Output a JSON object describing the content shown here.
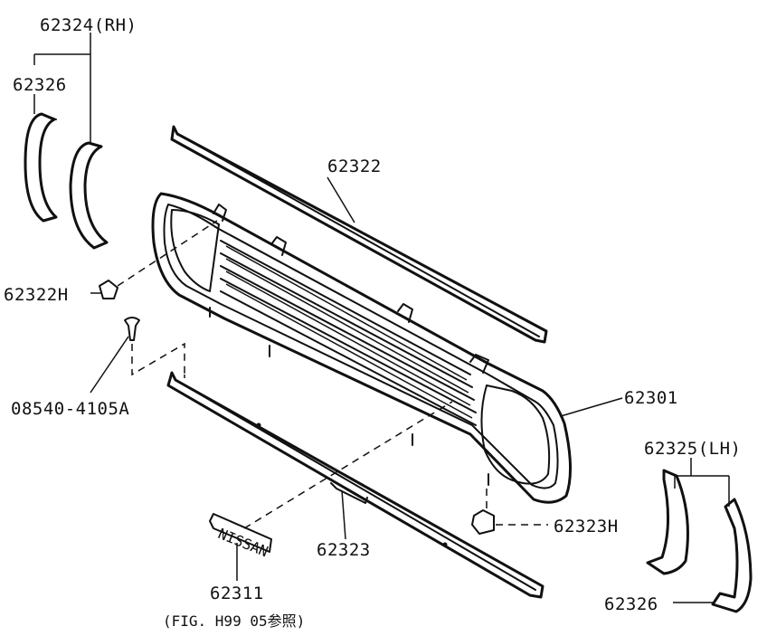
{
  "diagram": {
    "labels": {
      "p62324_rh": "62324(RH)",
      "p62326_top": "62326",
      "p62322": "62322",
      "p62322h": "62322H",
      "p08540": "08540-4105A",
      "p62301": "62301",
      "p62325_lh": "62325(LH)",
      "p62323h": "62323H",
      "p62323": "62323",
      "p62311": "62311",
      "p62311_ref": "(FIG. H99  05参照)",
      "p62326_bottom": "62326"
    },
    "emblem_text": "NISSAN"
  }
}
